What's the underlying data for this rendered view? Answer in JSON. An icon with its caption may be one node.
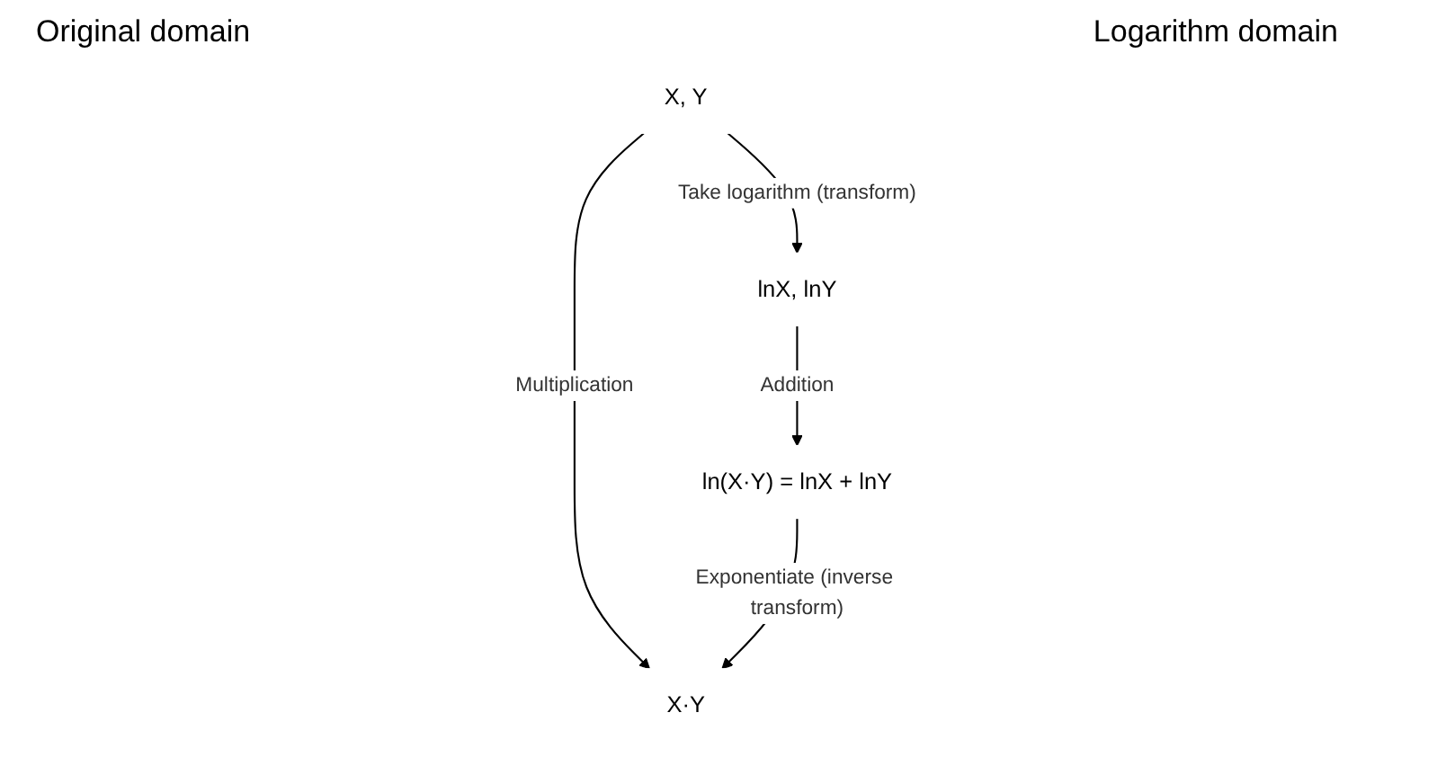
{
  "diagram": {
    "nodes": [
      {
        "text": [
          "X, Y"
        ]
      },
      {
        "text": [
          "lnX, lnY"
        ]
      },
      {
        "text": [
          "X·Y"
        ]
      },
      {
        "text": [
          "ln(X·Y) = lnX + lnY"
        ]
      }
    ],
    "edges": [
      {
        "from": 0,
        "to": 1,
        "arrow": "to",
        "label": "Take logarithm (transform)"
      },
      {
        "from": 0,
        "to": 2,
        "arrow": "to",
        "label": "Multiplication"
      },
      {
        "from": 1,
        "to": 3,
        "arrow": "to",
        "label": "Addition"
      },
      {
        "from": 3,
        "to": 2,
        "arrow": "to",
        "label": "Exponentiate (inverse transform)"
      }
    ],
    "labels": [
      "Original domain",
      "Logarithm domain"
    ]
  }
}
